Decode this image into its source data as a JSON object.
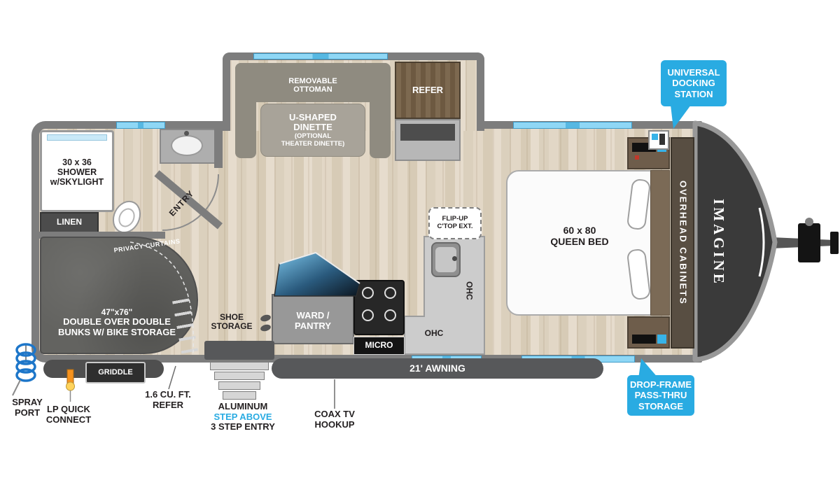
{
  "title": "Travel trailer floorplan",
  "colors": {
    "accent_cyan": "#29abe2",
    "window_blue": "#8fd7f5",
    "wall_gray": "#7d7d7d"
  },
  "callouts": {
    "docking": {
      "l1": "UNIVERSAL",
      "l2": "DOCKING",
      "l3": "STATION"
    },
    "dropframe": {
      "l1": "DROP-FRAME",
      "l2": "PASS-THRU",
      "l3": "STORAGE"
    }
  },
  "bath": {
    "shower": {
      "l1": "30 x 36",
      "l2": "SHOWER",
      "l3": "w/SKYLIGHT"
    },
    "linen": "LINEN",
    "entry": "ENTRY"
  },
  "dinette": {
    "ottoman_l1": "REMOVABLE",
    "ottoman_l2": "OTTOMAN",
    "l1": "U-SHAPED",
    "l2": "DINETTE",
    "s1": "(OPTIONAL",
    "s2": "THEATER DINETTE)",
    "refer": "REFER"
  },
  "bedroom": {
    "bed_l1": "60 x 80",
    "bed_l2": "QUEEN BED",
    "overhead": "OVERHEAD CABINETS",
    "logo": "IMAGINE"
  },
  "kitchen": {
    "flip_l1": "FLIP-UP",
    "flip_l2": "C'TOP EXT.",
    "ohc_v": "OHC",
    "ohc_h": "OHC",
    "micro": "MICRO",
    "ward_l1": "WARD /",
    "ward_l2": "PANTRY"
  },
  "bunk": {
    "l1": "47\"x76\"",
    "l2": "DOUBLE OVER DOUBLE",
    "l3": "BUNKS W/ BIKE STORAGE",
    "curtains": "PRIVACY CURTAINS",
    "shoe_l1": "SHOE",
    "shoe_l2": "STORAGE"
  },
  "exterior": {
    "awning": "21' AWNING",
    "griddle": "GRIDDLE",
    "spray_l1": "SPRAY",
    "spray_l2": "PORT",
    "lp_l1": "LP QUICK",
    "lp_l2": "CONNECT",
    "refer_l1": "1.6 CU. FT.",
    "refer_l2": "REFER",
    "step_l1": "ALUMINUM",
    "step_l2": "STEP ABOVE",
    "step_l3": "3 STEP ENTRY",
    "coax_l1": "COAX TV",
    "coax_l2": "HOOKUP"
  }
}
